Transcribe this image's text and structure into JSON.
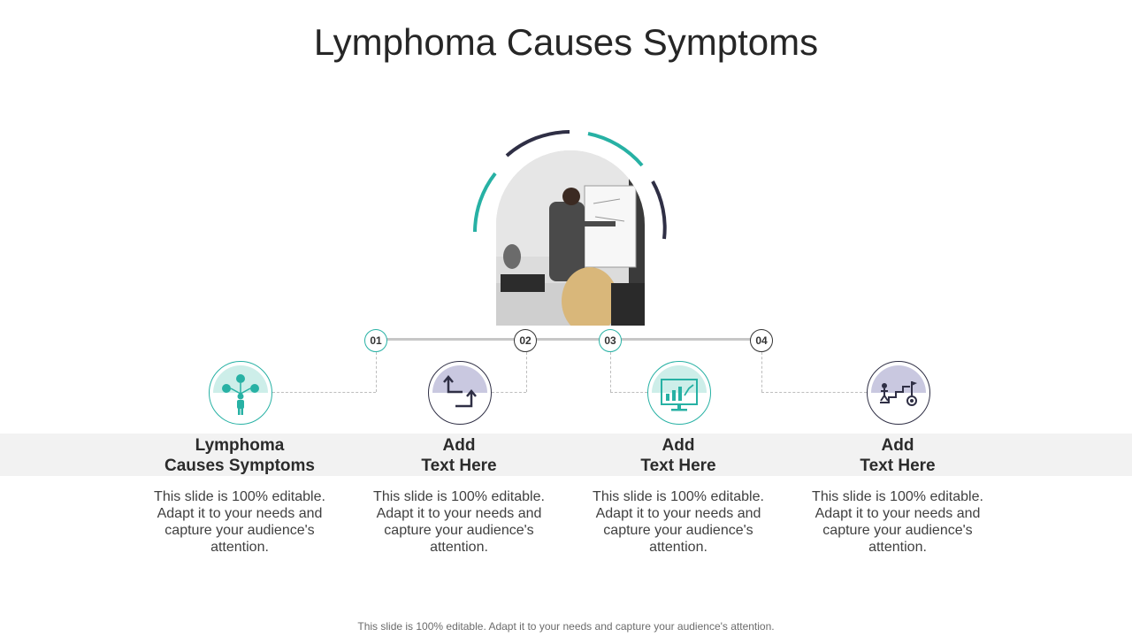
{
  "title": "Lymphoma Causes Symptoms",
  "footer": "This slide is 100% editable. Adapt it to your needs and capture your audience's attention.",
  "colors": {
    "teal": "#27b1a4",
    "dark": "#2f2f45",
    "band": "#f2f2f2",
    "lavender": "#c9c8e0"
  },
  "steps": [
    {
      "number": "01",
      "heading_line1": "Lymphoma",
      "heading_line2": "Causes Symptoms",
      "description": "This slide is 100% editable. Adapt it to your needs and capture your audience's attention.",
      "icon": "person-network-icon"
    },
    {
      "number": "02",
      "heading_line1": "Add",
      "heading_line2": "Text Here",
      "description": "This slide is 100% editable. Adapt it to your needs and capture your audience's attention.",
      "icon": "swap-arrows-icon"
    },
    {
      "number": "03",
      "heading_line1": "Add",
      "heading_line2": "Text Here",
      "description": "This slide is 100% editable. Adapt it to your needs and capture your audience's attention.",
      "icon": "monitor-chart-icon"
    },
    {
      "number": "04",
      "heading_line1": "Add",
      "heading_line2": "Text Here",
      "description": "This slide is 100% editable. Adapt it to your needs and capture your audience's attention.",
      "icon": "stairs-goal-icon"
    }
  ]
}
